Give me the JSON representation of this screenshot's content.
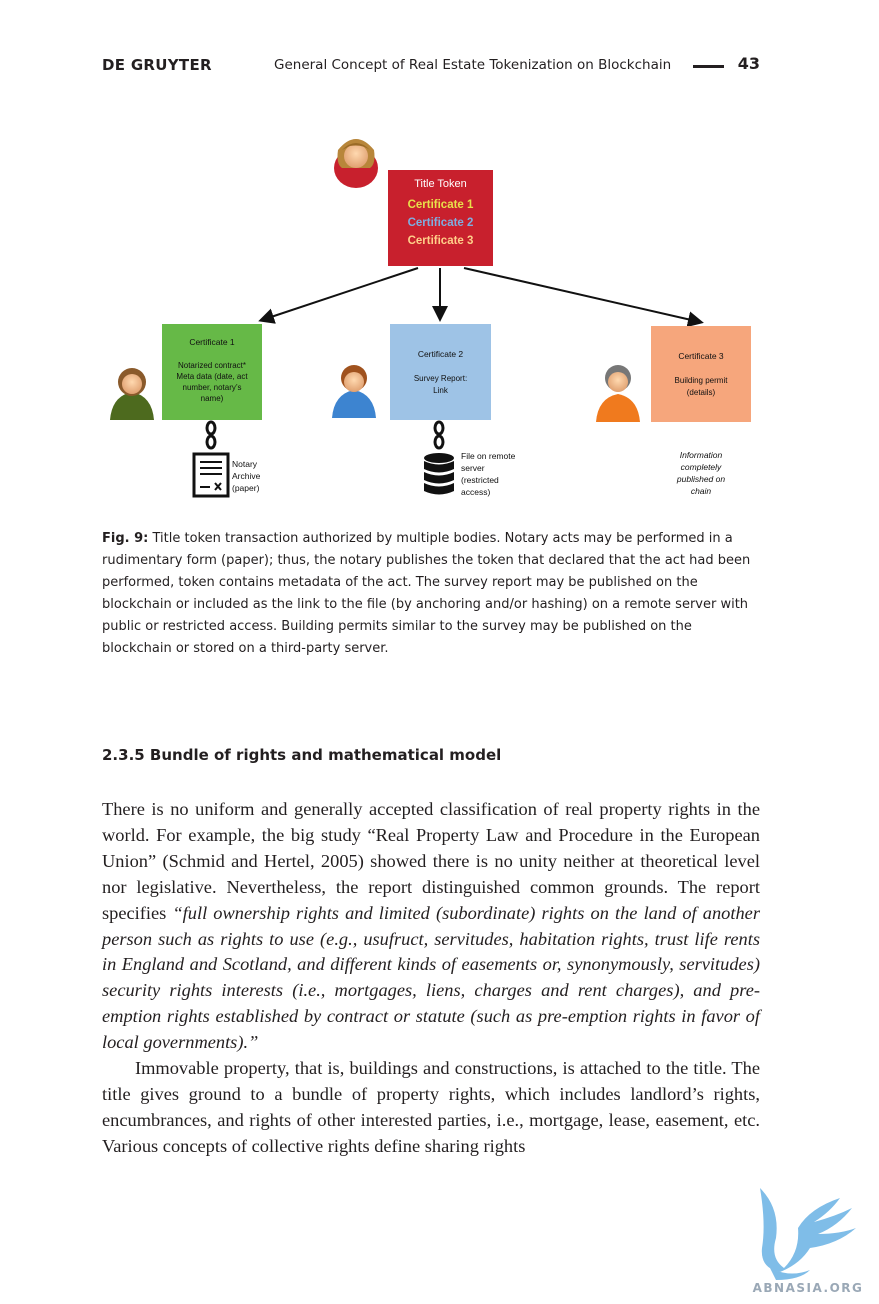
{
  "header": {
    "brand": "DE GRUYTER",
    "running_title": "General Concept of Real Estate Tokenization on Blockchain",
    "page_number": "43"
  },
  "figure": {
    "title_token": {
      "label": "Title Token",
      "certs": [
        "Certificate 1",
        "Certificate 2",
        "Certificate 3"
      ]
    },
    "cert1": {
      "title": "Certificate 1",
      "lines": [
        "Notarized contract*",
        "Meta data (date, act",
        "number, notary’s",
        "name)"
      ]
    },
    "cert2": {
      "title": "Certificate 2",
      "lines": [
        "Survey Report:",
        "Link"
      ]
    },
    "cert3": {
      "title": "Certificate 3",
      "lines": [
        "Building permit",
        "(details)"
      ]
    },
    "archive_lines": [
      "Notary",
      "Archive",
      "(paper)"
    ],
    "remote_lines": [
      "File on remote",
      "server",
      "(restricted",
      "access)"
    ],
    "published_lines": [
      "Information",
      "completely",
      "published on",
      "chain"
    ],
    "colors": {
      "red": "#c8202d",
      "green": "#66b947",
      "blue": "#9ec3e6",
      "orange": "#f6a67c"
    }
  },
  "caption": {
    "label": "Fig. 9:",
    "text": "Title token transaction authorized by multiple bodies. Notary acts may be performed in a rudimentary form (paper); thus, the notary publishes the token that declared that the act had been performed, token contains metadata of the act. The survey report may be published on the blockchain or included as the link to the file (by anchoring and/or hashing) on a remote server with public or restricted access. Building permits similar to the survey may be published on the blockchain or stored on a third-party server."
  },
  "section": {
    "heading": "2.3.5  Bundle of rights and mathematical model"
  },
  "body": {
    "p1_normal": "There is no uniform and generally accepted classification of real property rights in the world. For example, the big study “Real Property Law and Procedure in the European Union” (Schmid and Hertel, 2005) showed there is no unity neither at theoretical level nor legislative. Nevertheless, the report distinguished common grounds. The report specifies ",
    "p1_italic": "“full ownership rights and limited (subordinate) rights on the land of another person such as rights to use (e.g., usufruct, servitudes, habitation rights, trust life rents in England and Scotland, and different kinds of easements or, synonymously, servitudes) security rights interests (i.e., mortgages, liens, charges and rent charges), and pre-emption rights established by contract or statute (such as pre-emption rights in favor of local governments).”",
    "p2": "Immovable property, that is, buildings and constructions, is attached to the title. The title gives ground to a bundle of property rights, which includes land­lord’s rights, encumbrances, and rights of other interested parties, i.e., mortgage, lease, easement, etc. Various concepts of collective rights define sharing rights"
  },
  "watermark": {
    "text": "ABNASIA.ORG"
  }
}
